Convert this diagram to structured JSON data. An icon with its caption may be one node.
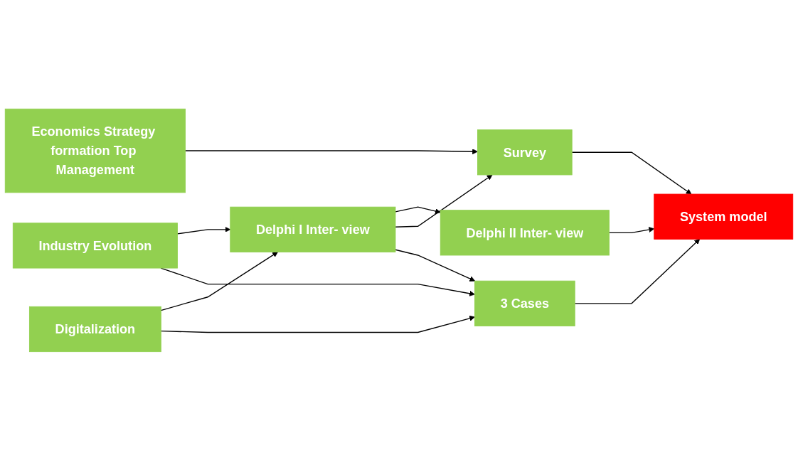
{
  "diagram": {
    "nodes": [
      {
        "text": [
          "Industry Evolution"
        ]
      },
      {
        "text": [
          "Delphi I Inter- view"
        ]
      },
      {
        "text": [
          "Delphi II Inter- view"
        ]
      },
      {
        "text": [
          "Economics Strategy formation Top Management"
        ]
      },
      {
        "text": [
          "Survey"
        ]
      },
      {
        "text": [
          "System model"
        ]
      },
      {
        "text": [
          "Digitalization"
        ]
      },
      {
        "text": [
          "3 Cases"
        ]
      }
    ],
    "edges": [
      {
        "from": 0,
        "to": 1,
        "arrow": "to"
      },
      {
        "from": 0,
        "to": 7,
        "arrow": "to"
      },
      {
        "from": 6,
        "to": 1,
        "arrow": "to"
      },
      {
        "from": 6,
        "to": 7,
        "arrow": "to"
      },
      {
        "from": 1,
        "to": 2,
        "arrow": "to"
      },
      {
        "from": 1,
        "to": 4,
        "arrow": "to"
      },
      {
        "from": 1,
        "to": 7,
        "arrow": "to"
      },
      {
        "from": 3,
        "to": 4,
        "arrow": "to"
      },
      {
        "from": 4,
        "to": 5,
        "arrow": "to"
      },
      {
        "from": 2,
        "to": 5,
        "arrow": "to"
      },
      {
        "from": 7,
        "to": 5,
        "arrow": "to"
      }
    ]
  }
}
